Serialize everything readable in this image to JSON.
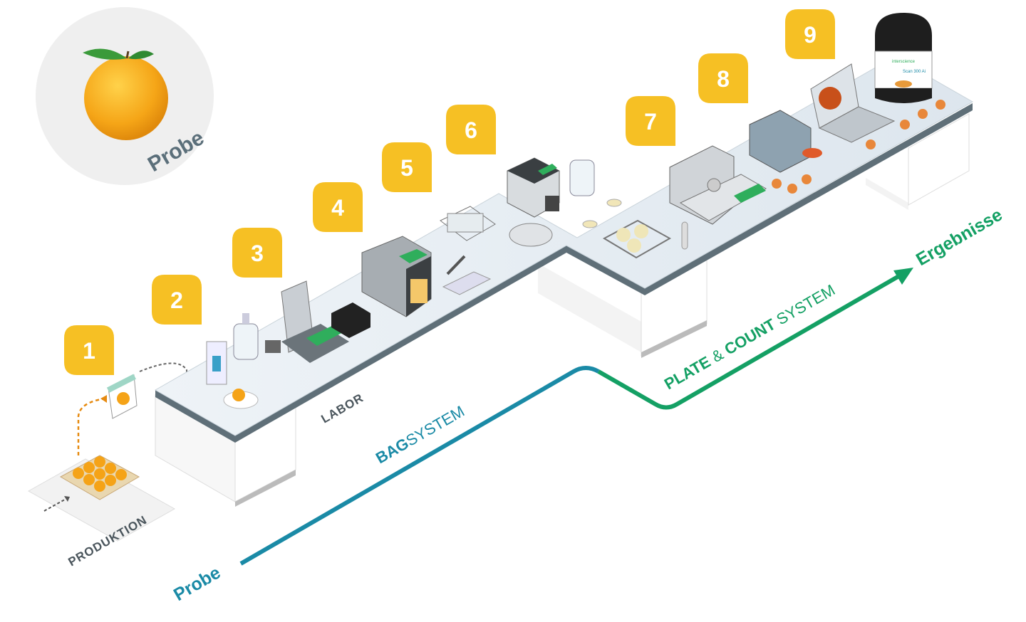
{
  "sample_badge": {
    "label": "Probe",
    "circle_color": "#efefef",
    "text_color": "#5b6f7a"
  },
  "steps": [
    {
      "number": "1"
    },
    {
      "number": "2"
    },
    {
      "number": "3"
    },
    {
      "number": "4"
    },
    {
      "number": "5"
    },
    {
      "number": "6"
    },
    {
      "number": "7"
    },
    {
      "number": "8"
    },
    {
      "number": "9"
    }
  ],
  "labels": {
    "production": "PRODUKTION",
    "lab": "LABOR",
    "bag_bold": "BAG",
    "bag_rest": "SYSTEM",
    "plate_bold": "PLATE",
    "plate_amp": " & ",
    "count_bold": "COUNT",
    "count_rest": " SYSTEM",
    "start": "Probe",
    "end": "Ergebnisse"
  },
  "instrument_logo": {
    "brand": "interscience",
    "model": "Scan 300 Ai"
  },
  "colors": {
    "badge": "#f6c024",
    "bag_line": "#1a8aa6",
    "plate_line": "#14a064",
    "bench_top": "#e4ecf2",
    "bench_edge": "#5f6f78",
    "orange": "#f2a21a",
    "dark_label": "#4a555c"
  }
}
